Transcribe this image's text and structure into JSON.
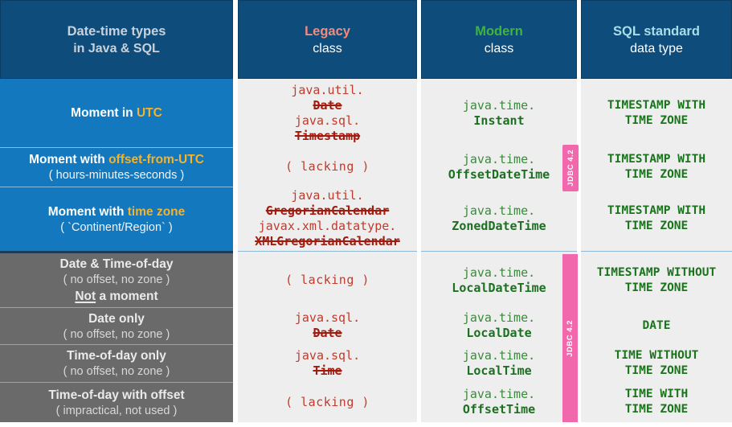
{
  "header": {
    "col1": {
      "line1": "Date-time types",
      "line2": "in Java & SQL"
    },
    "col2": {
      "line1": "Legacy",
      "line2": "class"
    },
    "col3": {
      "line1": "Modern",
      "line2": "class"
    },
    "col4": {
      "line1": "SQL standard",
      "line2": "data type"
    }
  },
  "badges": {
    "jdbc_offsetdatetime": "JDBC 4.2",
    "jdbc_gray_section": "JDBC 4.2"
  },
  "colors": {
    "header_bg": "#0e4d7b",
    "blue_row_bg": "#1478be",
    "gray_row_bg": "#6a6a6a",
    "cell_bg": "#eeeeee",
    "legacy_header": "#f58a7c",
    "modern_header": "#3eb43e",
    "sql_header": "#a9dde8",
    "highlight_yellow": "#f3b32b",
    "legacy_red": "#c23a2b",
    "legacy_strike_red": "#a21b0f",
    "modern_green": "#1d6f21",
    "sql_green": "#19741c",
    "jdbc_pink": "#f268ac"
  },
  "rows": [
    {
      "section": "blue",
      "label_lines": [
        {
          "bold": true,
          "parts": [
            {
              "t": "Moment in "
            },
            {
              "t": "UTC",
              "accent": true
            }
          ]
        }
      ],
      "legacy": [
        {
          "t": "java.util.",
          "style": "plain"
        },
        {
          "t": "Date",
          "style": "strike"
        },
        {
          "t": "java.sql.",
          "style": "plain"
        },
        {
          "t": "Timestamp",
          "style": "strike"
        }
      ],
      "modern": {
        "pkg": "java.time.",
        "cls": "Instant"
      },
      "sql": [
        "TIMESTAMP WITH",
        "TIME ZONE"
      ]
    },
    {
      "section": "blue",
      "label_lines": [
        {
          "bold": true,
          "parts": [
            {
              "t": "Moment with "
            },
            {
              "t": "offset-from-UTC",
              "accent": true
            }
          ]
        },
        {
          "bold": false,
          "parts": [
            {
              "t": "( hours-minutes-seconds )"
            }
          ]
        }
      ],
      "legacy": [
        {
          "t": "( lacking )",
          "style": "lacking"
        }
      ],
      "modern": {
        "pkg": "java.time.",
        "cls": "OffsetDateTime"
      },
      "sql": [
        "TIMESTAMP WITH",
        "TIME ZONE"
      ]
    },
    {
      "section": "blue",
      "label_lines": [
        {
          "bold": true,
          "parts": [
            {
              "t": "Moment with "
            },
            {
              "t": "time zone",
              "accent": true
            }
          ]
        },
        {
          "bold": false,
          "parts": [
            {
              "t": "( `Continent/Region` )"
            }
          ]
        }
      ],
      "legacy": [
        {
          "t": "java.util.",
          "style": "plain"
        },
        {
          "t": "GregorianCalendar",
          "style": "strike"
        },
        {
          "t": "javax.xml.datatype.",
          "style": "plain"
        },
        {
          "t": "XMLGregorianCalendar",
          "style": "strike"
        }
      ],
      "modern": {
        "pkg": "java.time.",
        "cls": "ZonedDateTime"
      },
      "sql": [
        "TIMESTAMP WITH",
        "TIME ZONE"
      ]
    },
    {
      "section": "gray",
      "label_lines": [
        {
          "bold": true,
          "parts": [
            {
              "t": "Date & Time-of-day"
            }
          ]
        },
        {
          "bold": false,
          "parts": [
            {
              "t": "( no offset, no zone )"
            }
          ]
        },
        {
          "bold": true,
          "parts": [
            {
              "t": "Not",
              "underline": true
            },
            {
              "t": " a moment"
            }
          ]
        }
      ],
      "legacy": [
        {
          "t": "( lacking )",
          "style": "lacking"
        }
      ],
      "modern": {
        "pkg": "java.time.",
        "cls": "LocalDateTime"
      },
      "sql": [
        "TIMESTAMP WITHOUT",
        "TIME ZONE"
      ]
    },
    {
      "section": "gray",
      "label_lines": [
        {
          "bold": true,
          "parts": [
            {
              "t": "Date only"
            }
          ]
        },
        {
          "bold": false,
          "parts": [
            {
              "t": "( no offset, no zone )"
            }
          ]
        }
      ],
      "legacy": [
        {
          "t": "java.sql.",
          "style": "plain"
        },
        {
          "t": "Date",
          "style": "strike"
        }
      ],
      "modern": {
        "pkg": "java.time.",
        "cls": "LocalDate"
      },
      "sql": [
        "DATE"
      ]
    },
    {
      "section": "gray",
      "label_lines": [
        {
          "bold": true,
          "parts": [
            {
              "t": "Time-of-day only"
            }
          ]
        },
        {
          "bold": false,
          "parts": [
            {
              "t": "( no offset, no zone )"
            }
          ]
        }
      ],
      "legacy": [
        {
          "t": "java.sql.",
          "style": "plain"
        },
        {
          "t": "Time",
          "style": "strike"
        }
      ],
      "modern": {
        "pkg": "java.time.",
        "cls": "LocalTime"
      },
      "sql": [
        "TIME WITHOUT",
        "TIME ZONE"
      ]
    },
    {
      "section": "gray",
      "label_lines": [
        {
          "bold": true,
          "parts": [
            {
              "t": "Time-of-day with offset"
            }
          ]
        },
        {
          "bold": false,
          "parts": [
            {
              "t": "( impractical, not used )"
            }
          ]
        }
      ],
      "legacy": [
        {
          "t": "( lacking )",
          "style": "lacking"
        }
      ],
      "modern": {
        "pkg": "java.time.",
        "cls": "OffsetTime"
      },
      "sql": [
        "TIME WITH",
        "TIME ZONE"
      ]
    }
  ]
}
